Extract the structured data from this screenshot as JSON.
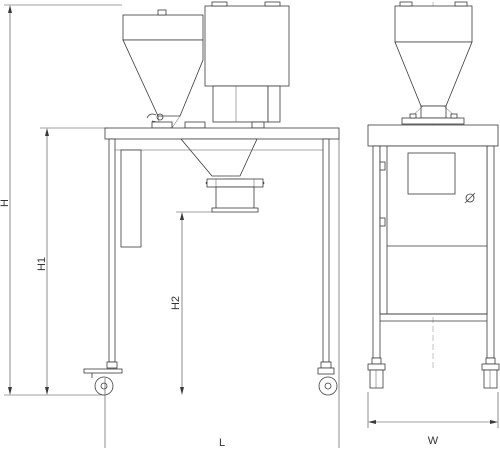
{
  "dimensions": {
    "overall_height": "H",
    "table_height": "H1",
    "outlet_height": "H2",
    "overall_length": "L",
    "overall_width": "W"
  },
  "colors": {
    "line": "#3a3a3a",
    "background": "#ffffff"
  }
}
